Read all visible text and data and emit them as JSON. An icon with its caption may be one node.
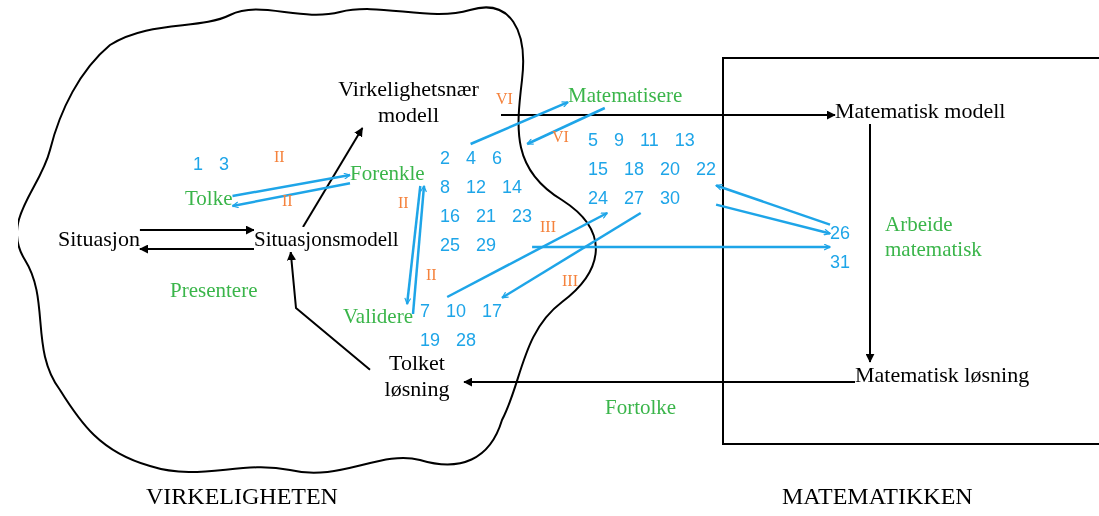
{
  "diagram": {
    "nodes": [
      {
        "text": [
          "VIRKELIGHETEN"
        ]
      },
      {
        "text": [
          "MATEMATIKKEN"
        ]
      },
      {
        "text": [
          "Situasjon"
        ],
        "in": 0
      },
      {
        "text": [
          "Situasjonsmodell"
        ],
        "in": 0
      },
      {
        "text": [
          "Virkelighetsnær modell"
        ],
        "in": 0
      },
      {
        "text": [
          "Tolket løsning"
        ],
        "in": 0
      },
      {
        "text": [
          "Tolke"
        ],
        "in": 0
      },
      {
        "text": [
          "Forenkle"
        ],
        "in": 0
      },
      {
        "text": [
          "Validere"
        ],
        "in": 0
      },
      {
        "text": [
          "1 3"
        ],
        "in": 0
      },
      {
        "text": [
          "2 4 6",
          "8 12 14",
          "16 21 23",
          "25 29"
        ],
        "in": 0
      },
      {
        "text": [
          "7 10 17",
          "19 28"
        ],
        "in": 0
      },
      {
        "text": [
          "Matematisere"
        ]
      },
      {
        "text": [
          "5 9 11 13",
          "15 18 20 22",
          "24 27 30"
        ]
      },
      {
        "text": [
          "Matematisk modell"
        ],
        "in": 1
      },
      {
        "text": [
          "Matematisk løsning"
        ],
        "in": 1
      },
      {
        "text": [
          "26",
          "31"
        ],
        "in": 1
      }
    ],
    "edges": [
      {
        "from": 2,
        "to": 3,
        "arrow": "to",
        "color": "#000000"
      },
      {
        "from": 3,
        "to": 2,
        "arrow": "to",
        "label": "Presentere",
        "color": "#000000"
      },
      {
        "from": 3,
        "to": 4,
        "arrow": "to",
        "color": "#000000"
      },
      {
        "from": 4,
        "to": 14,
        "arrow": "to",
        "color": "#000000"
      },
      {
        "from": 14,
        "to": 15,
        "arrow": "to",
        "label": "Arbeide matematisk",
        "color": "#000000"
      },
      {
        "from": 15,
        "to": 5,
        "arrow": "to",
        "label": "Fortolke",
        "color": "#000000"
      },
      {
        "from": 5,
        "to": 3,
        "arrow": "to",
        "color": "#000000"
      },
      {
        "from": 6,
        "to": 7,
        "arrow": "to",
        "label": "II"
      },
      {
        "from": 7,
        "to": 6,
        "arrow": "to",
        "label": "II"
      },
      {
        "from": 7,
        "to": 8,
        "arrow": "to",
        "label": "II"
      },
      {
        "from": 8,
        "to": 7,
        "arrow": "to",
        "label": "II"
      },
      {
        "from": 10,
        "to": 12,
        "arrow": "to",
        "label": "VI"
      },
      {
        "from": 12,
        "to": 10,
        "arrow": "to",
        "label": "VI"
      },
      {
        "from": 11,
        "to": 13,
        "arrow": "to",
        "label": "III"
      },
      {
        "from": 13,
        "to": 11,
        "arrow": "to",
        "label": "III"
      },
      {
        "from": 10,
        "to": 16,
        "arrow": "to"
      },
      {
        "from": 13,
        "to": 16,
        "arrow": "to"
      },
      {
        "from": 16,
        "to": 13,
        "arrow": "to"
      }
    ]
  }
}
